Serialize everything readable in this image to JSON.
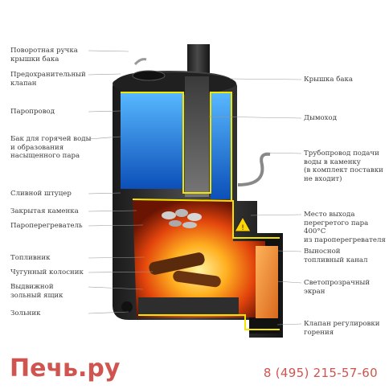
{
  "labels_left": [
    "Поворотная ручка\nкрышки бака",
    "Предохранительный\nклапан",
    "Паропровод",
    "Бак для горячей воды\nи образования\nнасыщенного пара",
    "Сливной штуцер",
    "Закрытая каменка",
    "Пароперегреватель",
    "Топливник",
    "Чугунный колосник",
    "Выдвижной\nзольный ящик",
    "Зольник"
  ],
  "labels_right": [
    "Крышка бака",
    "Дымоход",
    "Трубопровод подачи\nводы в каменку\n(в комплект поставки\nне входит)",
    "Место выхода\nперегретого пара 400°С\nиз пароперегревателя",
    "Выносной\nтопливный канал",
    "Светопрозрачный\nэкран",
    "Клапан регулировки\nгорения"
  ],
  "brand": {
    "logo_text": "Печь",
    "logo_suffix": "ру",
    "phone": "8 (495) 215-57-60"
  },
  "colors": {
    "brand_red": "#d0544f",
    "outline_yellow": "#f2e600",
    "water_blue": "#1f6fd6",
    "steel": "#2b2b2b"
  }
}
